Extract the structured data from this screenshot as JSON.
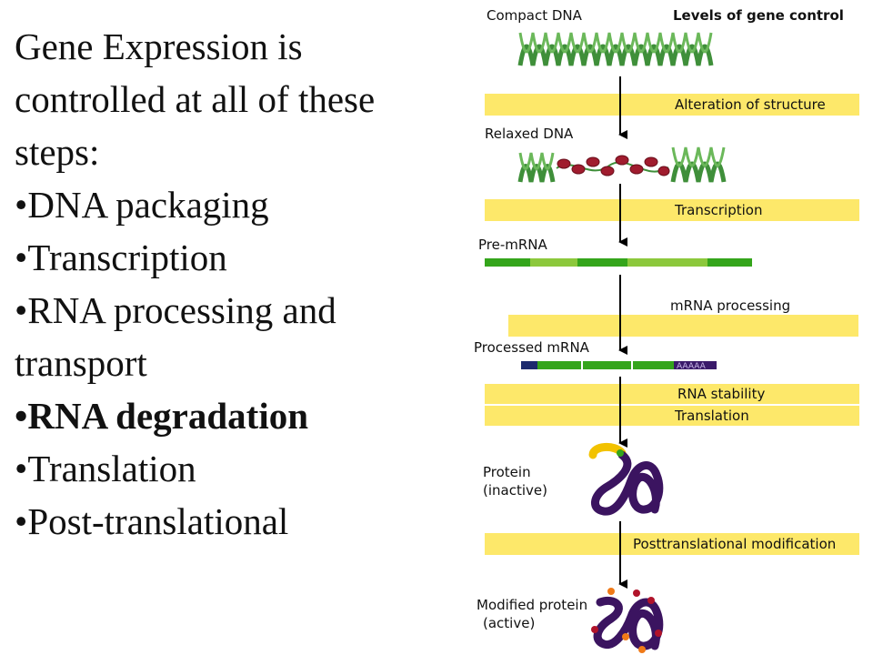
{
  "slide": {
    "intro": "Gene Expression is controlled at all of these steps:",
    "bullets": [
      "•DNA packaging",
      "•Transcription",
      "•RNA processing and transport",
      "•RNA degradation",
      "•Translation",
      "•Post-translational"
    ]
  },
  "diagram": {
    "header": "Levels of gene control",
    "stages": [
      "Compact DNA",
      "Relaxed DNA",
      "Pre-mRNA",
      "Processed mRNA",
      "Protein",
      "(inactive)",
      "Modified protein",
      "(active)"
    ],
    "levels": [
      "Alteration of structure",
      "Transcription",
      "mRNA processing",
      "RNA stability",
      "Translation",
      "Posttranslational modification"
    ],
    "poly_a": "AAAAA",
    "colors": {
      "band": "#fde86a",
      "dna_green": "#3f8f3a",
      "exon_green": "#34a51b",
      "intron_green": "#8cc83c",
      "protein_purple": "#3b1460",
      "protein_tail": "#f2c200",
      "cap_navy": "#1c2a6e"
    }
  }
}
